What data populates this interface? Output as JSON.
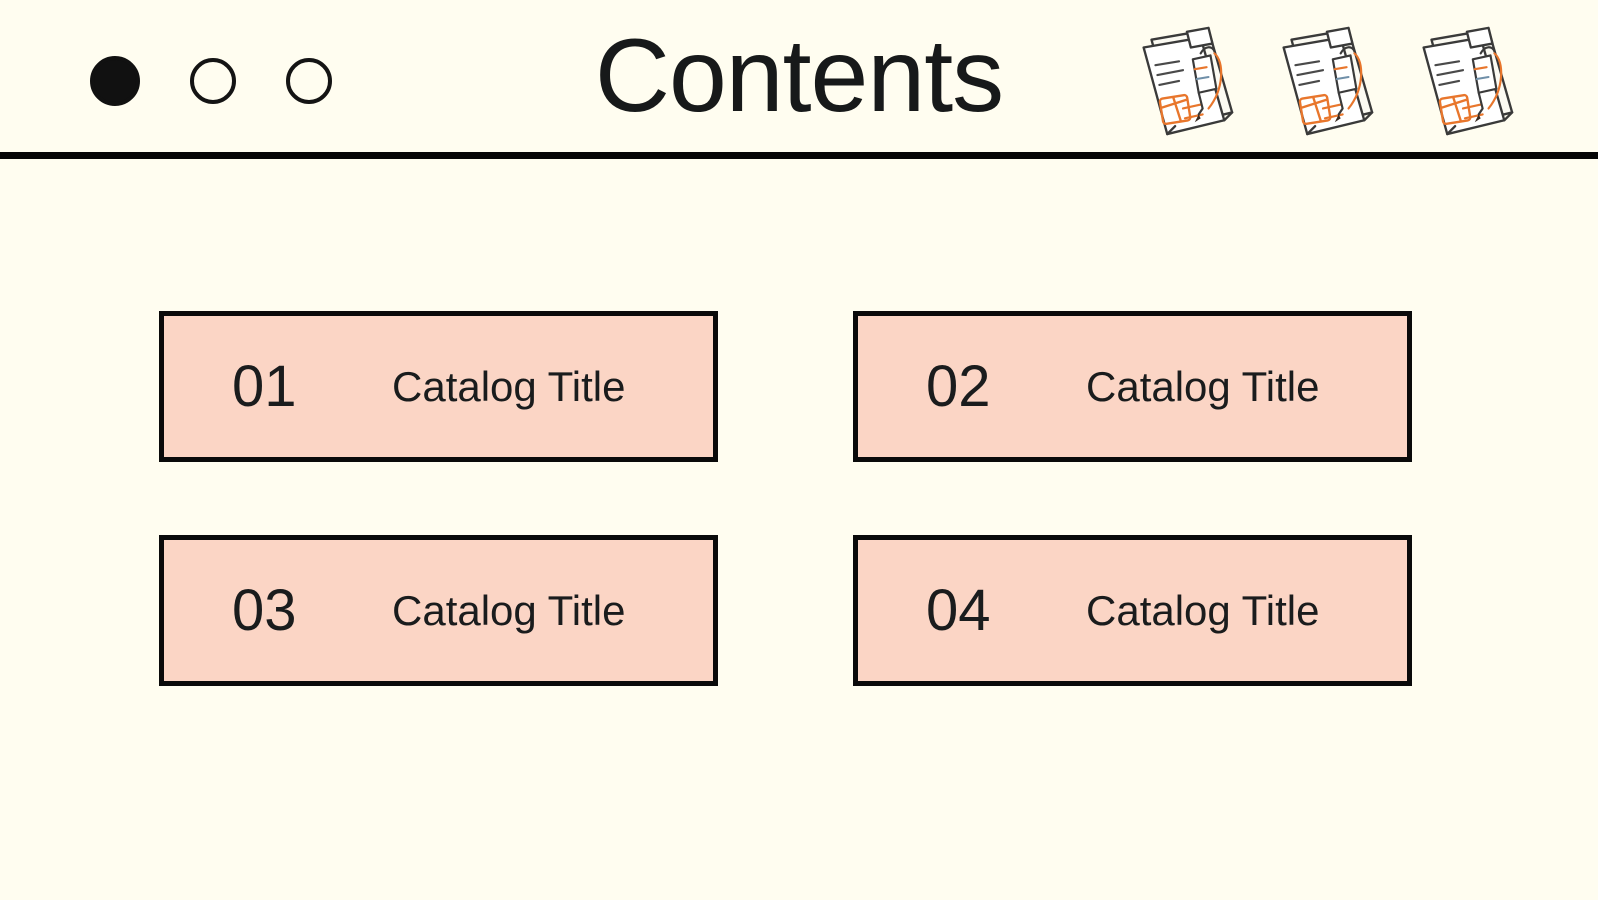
{
  "page": {
    "background_color": "#FFFDF0",
    "accent_color": "#FBD5C5",
    "outline_color": "#0a0a0a"
  },
  "header": {
    "title": "Contents",
    "pagination_dots": [
      {
        "state": "active",
        "name": "dot-1"
      },
      {
        "state": "inactive",
        "name": "dot-2"
      },
      {
        "state": "inactive",
        "name": "dot-3"
      }
    ],
    "decor_icons": [
      {
        "name": "medical-clipboard-icon-1"
      },
      {
        "name": "medical-clipboard-icon-2"
      },
      {
        "name": "medical-clipboard-icon-3"
      }
    ]
  },
  "contents": {
    "items": [
      {
        "number": "01",
        "title": "Catalog Title"
      },
      {
        "number": "02",
        "title": "Catalog Title"
      },
      {
        "number": "03",
        "title": "Catalog Title"
      },
      {
        "number": "04",
        "title": "Catalog Title"
      }
    ]
  }
}
